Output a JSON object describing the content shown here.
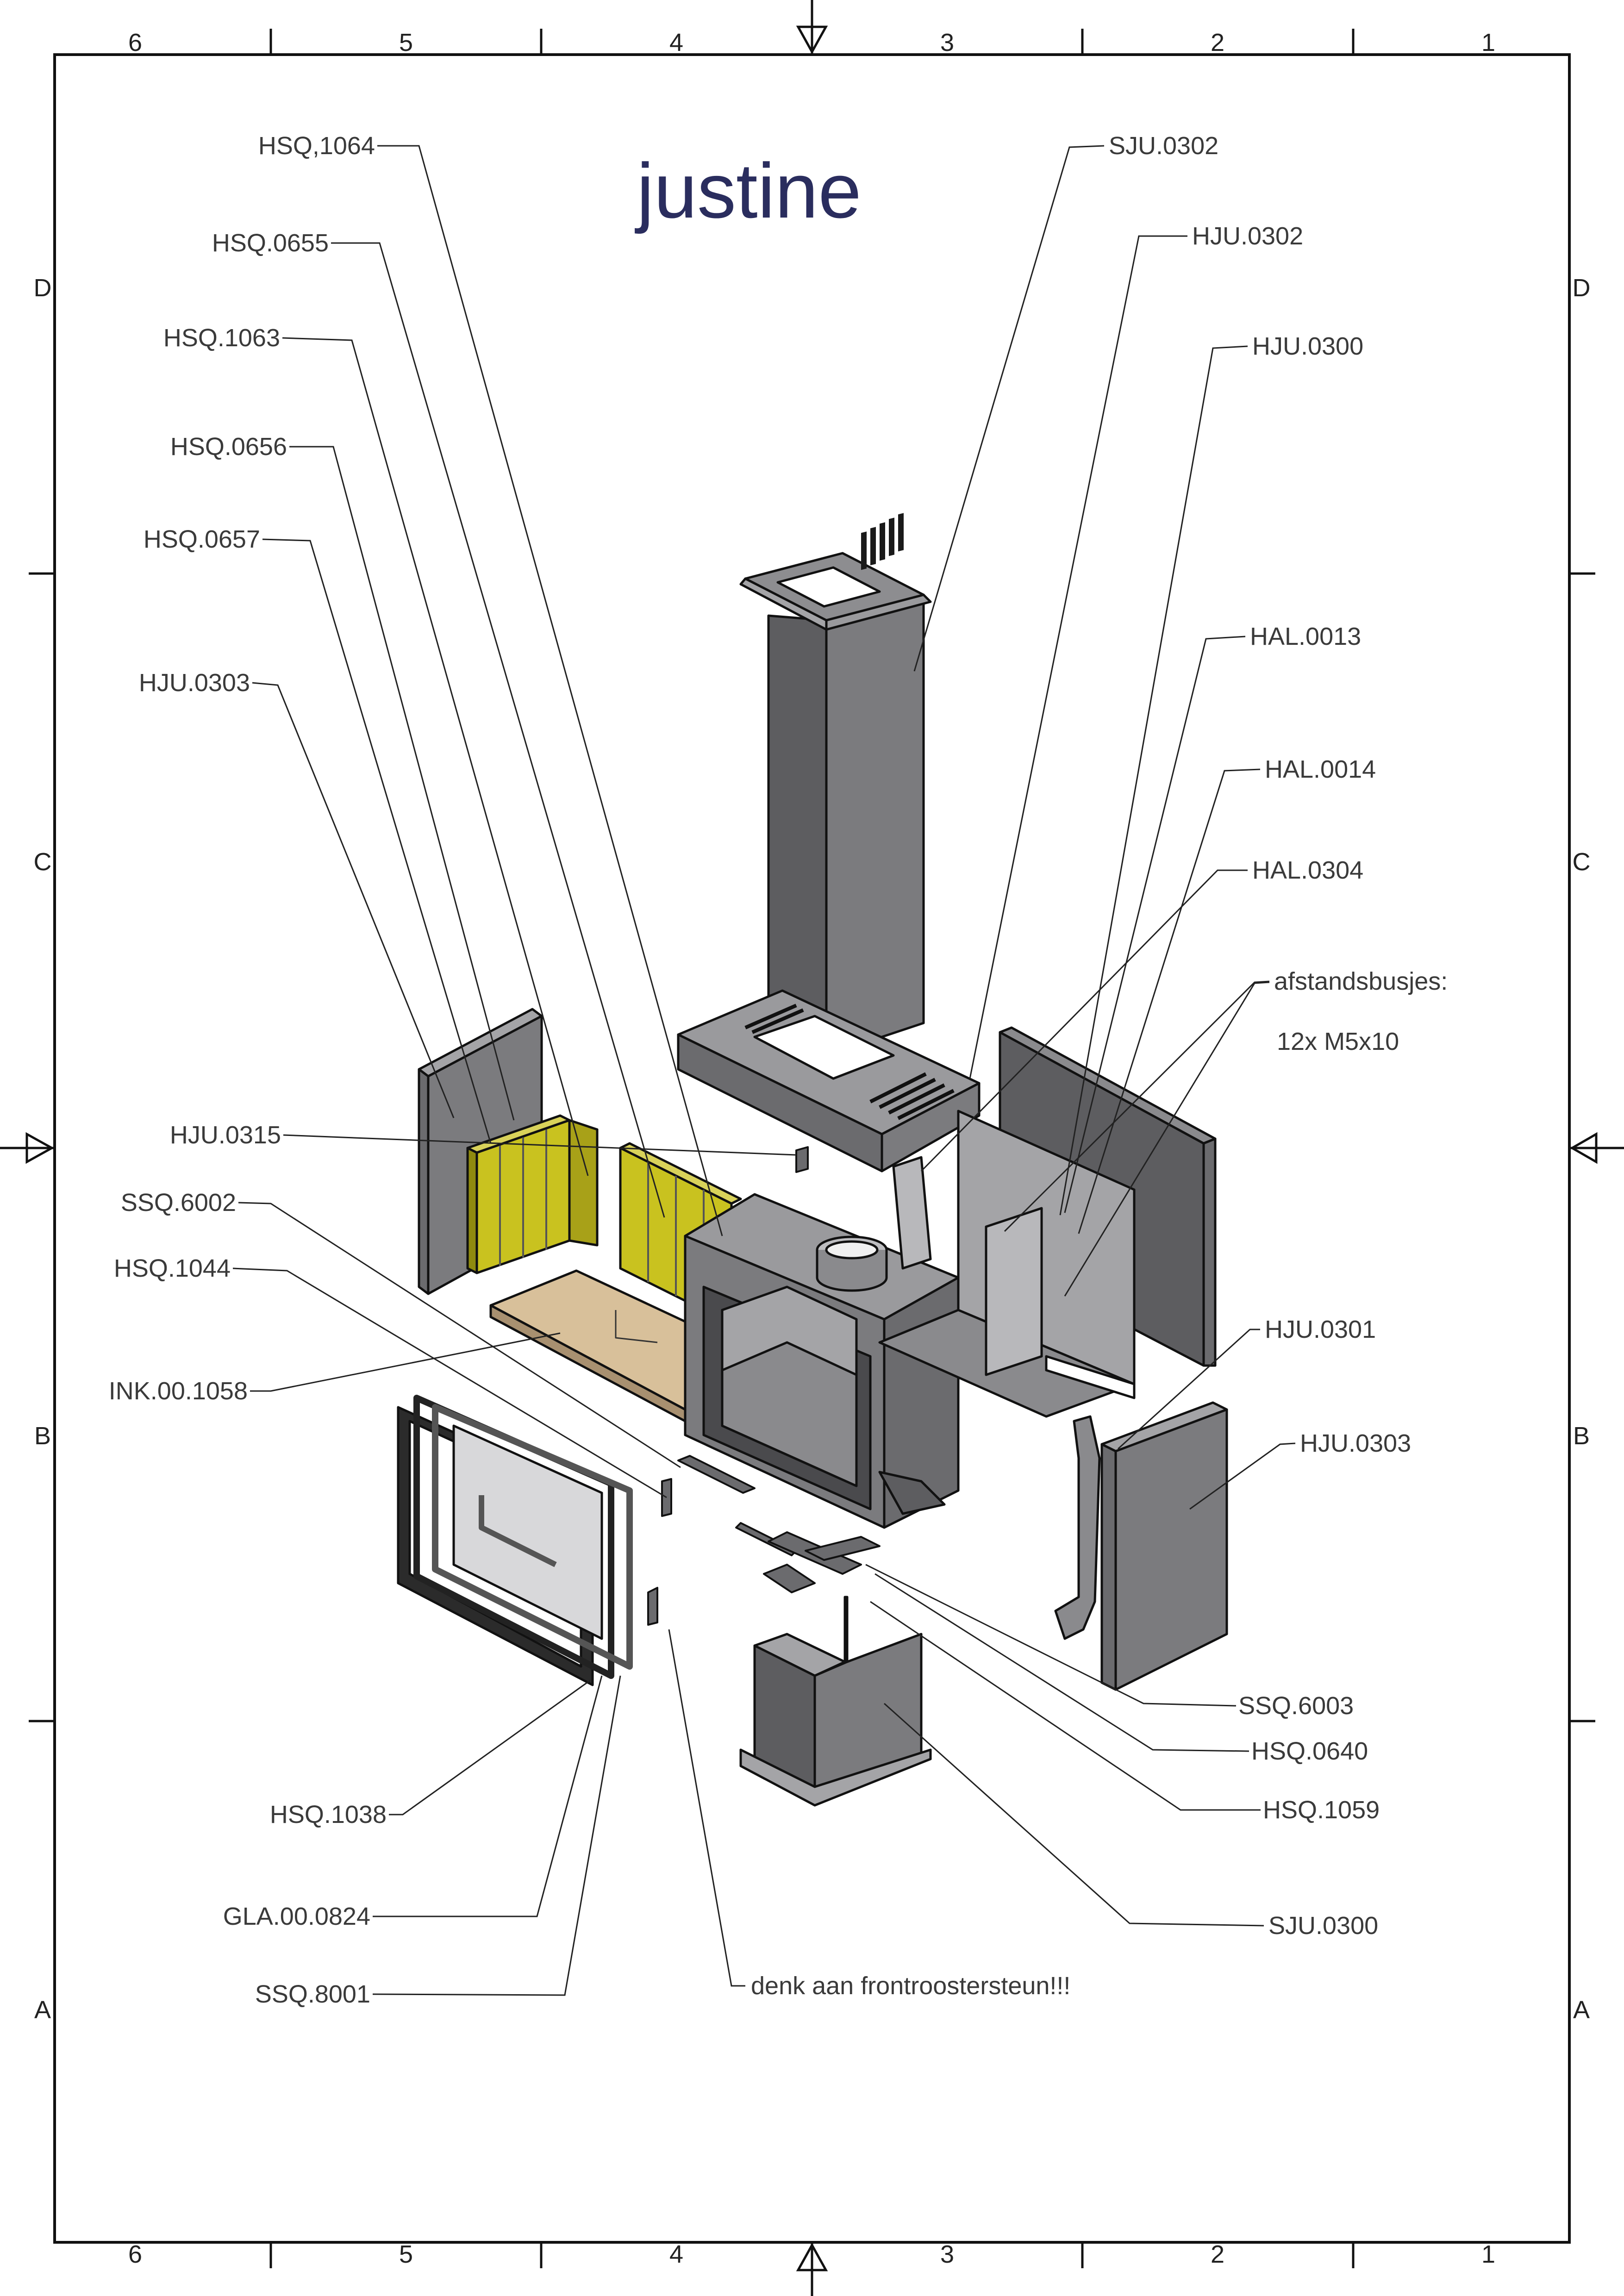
{
  "title": "justine",
  "zones": {
    "columns": [
      "6",
      "5",
      "4",
      "3",
      "2",
      "1"
    ],
    "rows": [
      "D",
      "C",
      "B",
      "A"
    ]
  },
  "callouts": {
    "hsq_1064": "HSQ,1064",
    "hsq_0655": "HSQ.0655",
    "hsq_1063": "HSQ.1063",
    "hsq_0656": "HSQ.0656",
    "hsq_0657": "HSQ.0657",
    "hju_0303_left": "HJU.0303",
    "hju_0315": "HJU.0315",
    "ssq_6002": "SSQ.6002",
    "hsq_1044": "HSQ.1044",
    "ink_00_1058": "INK.00.1058",
    "hsq_1038": "HSQ.1038",
    "gla_00_0824": "GLA.00.0824",
    "ssq_8001": "SSQ.8001",
    "frontroostersteun_note": "denk aan frontroostersteun!!!",
    "sju_0302": "SJU.0302",
    "hju_0302": "HJU.0302",
    "hju_0300": "HJU.0300",
    "hal_0013": "HAL.0013",
    "hal_0014": "HAL.0014",
    "hal_0304": "HAL.0304",
    "afstandsbusjes": "afstandsbusjes:",
    "afstandsbusjes_qty": "12x  M5x10",
    "hju_0301": "HJU.0301",
    "hju_0303_right": "HJU.0303",
    "ssq_6003": "SSQ.6003",
    "hsq_0640": "HSQ.0640",
    "hsq_1059": "HSQ.1059",
    "sju_0300": "SJU.0300"
  },
  "colors": {
    "steel_dark": "#5d5d60",
    "steel_mid": "#7b7b7e",
    "steel_light": "#a4a4a7",
    "vermiculite_yellow": "#c9c21f",
    "vermiculite_shadow": "#8f8a0f",
    "base_plate": "#d8c09a",
    "title": "#2a2d5e"
  }
}
